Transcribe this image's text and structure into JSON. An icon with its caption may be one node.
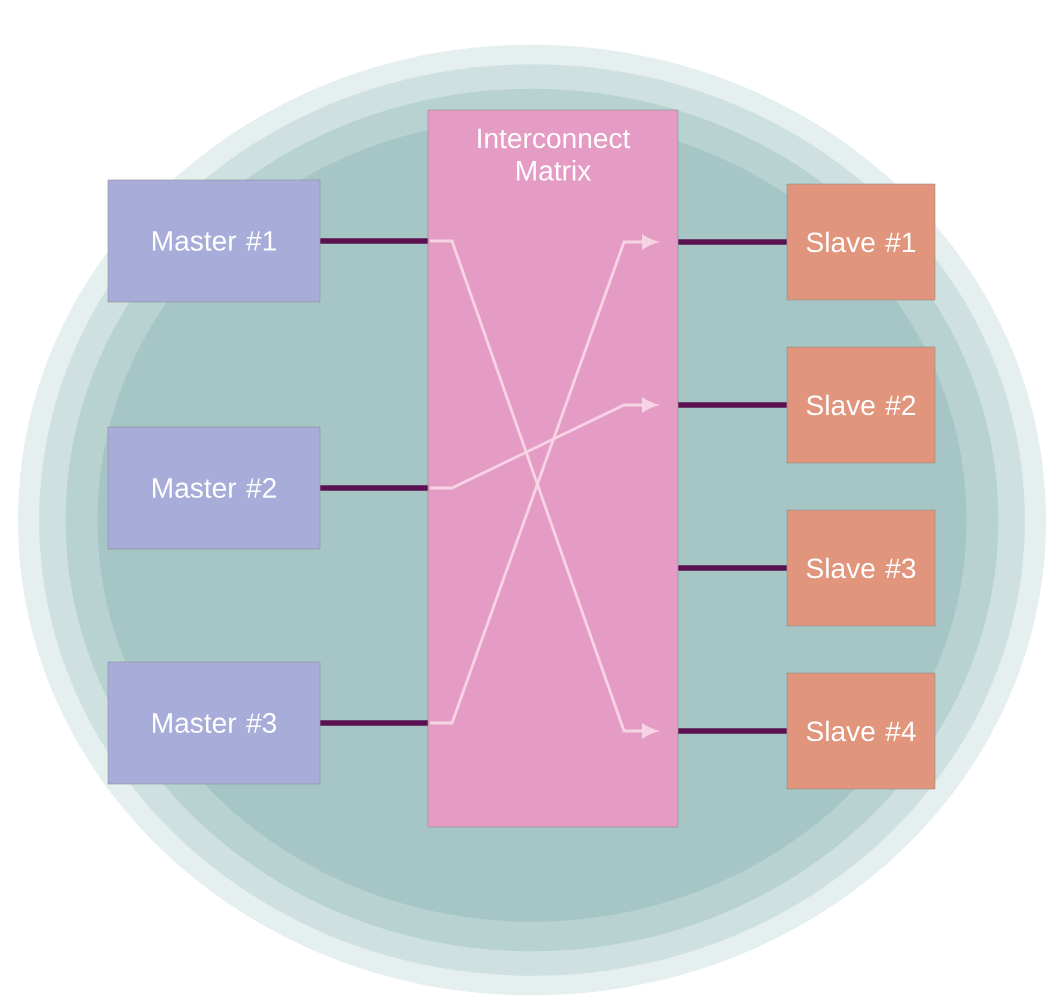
{
  "diagram": {
    "nodes": [
      {
        "text": [
          "Interconnect Matrix"
        ]
      },
      {
        "text": [
          "Master #1"
        ]
      },
      {
        "text": [
          "Master #2"
        ]
      },
      {
        "text": [
          "Master #3"
        ]
      },
      {
        "text": [
          "Slave #1"
        ]
      },
      {
        "text": [
          "Slave #2"
        ]
      },
      {
        "text": [
          "Slave #3"
        ]
      },
      {
        "text": [
          "Slave #4"
        ]
      }
    ],
    "edges": [
      {
        "from": 1,
        "to": 0,
        "arrow": "none"
      },
      {
        "from": 2,
        "to": 0,
        "arrow": "none"
      },
      {
        "from": 3,
        "to": 0,
        "arrow": "none"
      },
      {
        "from": 0,
        "to": 4,
        "arrow": "none"
      },
      {
        "from": 0,
        "to": 5,
        "arrow": "none"
      },
      {
        "from": 0,
        "to": 6,
        "arrow": "none"
      },
      {
        "from": 0,
        "to": 7,
        "arrow": "none"
      }
    ]
  }
}
